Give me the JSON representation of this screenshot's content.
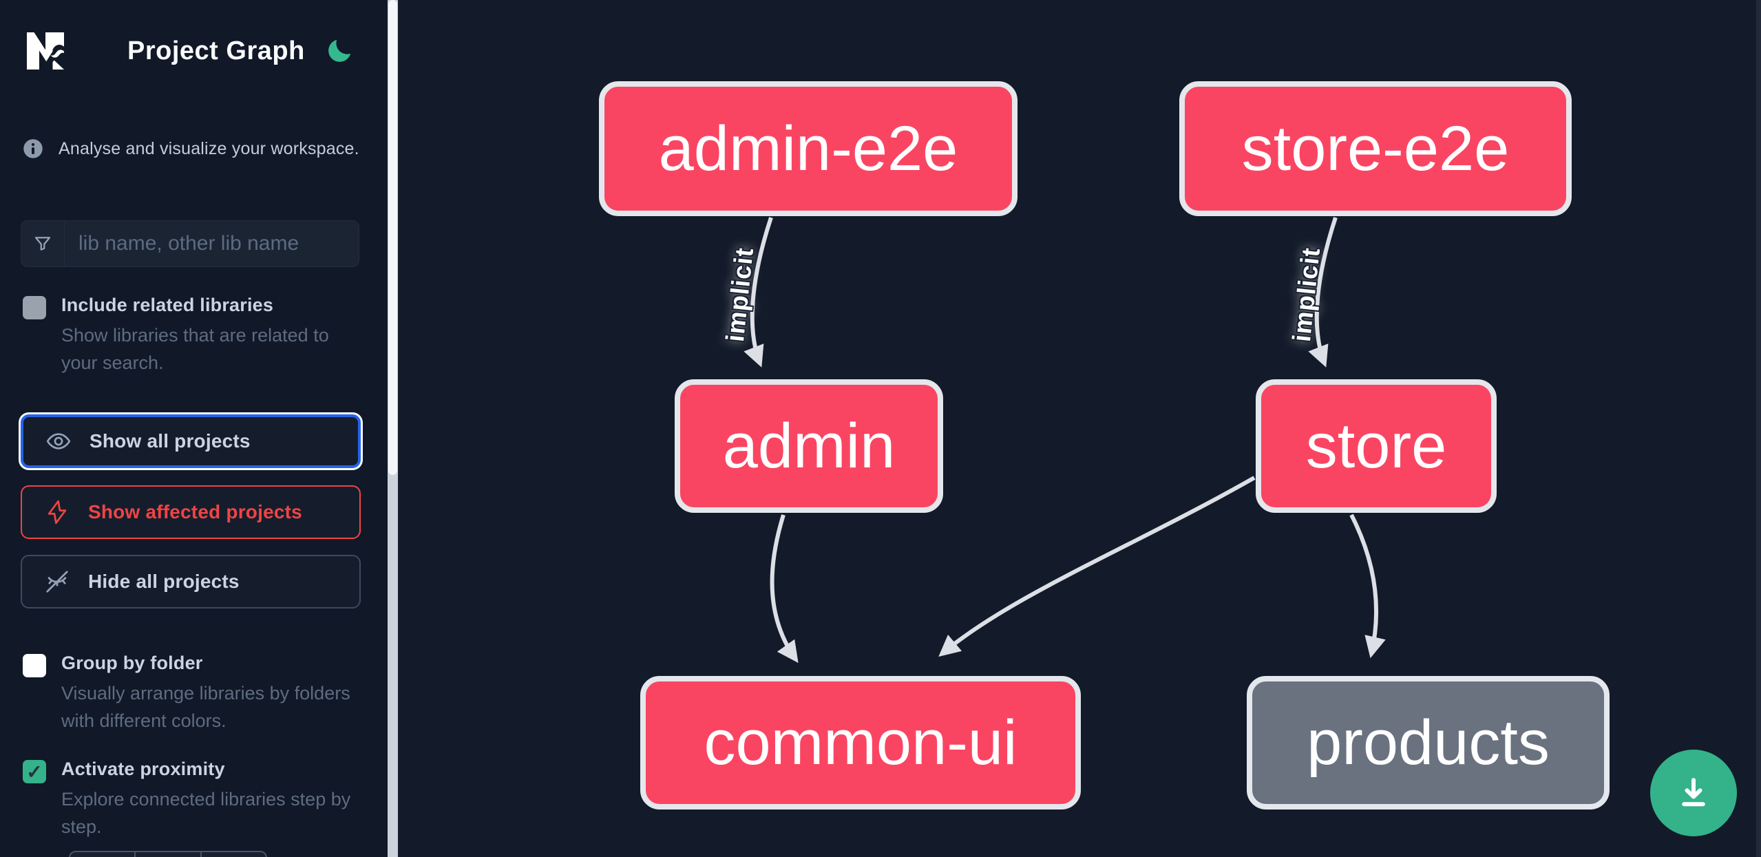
{
  "header": {
    "title": "Project Graph",
    "logo": "nx-logo",
    "theme_toggle": "moon-icon"
  },
  "sidebar": {
    "info_text": "Analyse and visualize your workspace.",
    "search": {
      "placeholder": "lib name, other lib name",
      "icon": "filter-funnel-icon",
      "value": ""
    },
    "toggles": [
      {
        "label": "Include related libraries",
        "description": "Show libraries that are related to your search.",
        "checked": false
      },
      {
        "label": "Group by folder",
        "description": "Visually arrange libraries by folders with different colors.",
        "checked": false
      },
      {
        "label": "Activate proximity",
        "description": "Explore connected libraries step by step.",
        "checked": true
      }
    ],
    "actions": [
      {
        "label": "Show all projects",
        "icon": "eye-icon",
        "state": "focused"
      },
      {
        "label": "Show affected projects",
        "icon": "bolt-icon",
        "state": "danger"
      },
      {
        "label": "Hide all projects",
        "icon": "eye-off-icon",
        "state": "default"
      }
    ]
  },
  "graph": {
    "nodes": [
      {
        "label": "admin-e2e",
        "color": "#fa4562"
      },
      {
        "label": "store-e2e",
        "color": "#fa4562"
      },
      {
        "label": "admin",
        "color": "#fa4562"
      },
      {
        "label": "store",
        "color": "#fa4562"
      },
      {
        "label": "common-ui",
        "color": "#fa4562"
      },
      {
        "label": "products",
        "color": "#6a7280"
      }
    ],
    "edges": [
      {
        "source": "admin-e2e",
        "target": "admin",
        "label": "implicit"
      },
      {
        "source": "store-e2e",
        "target": "store",
        "label": "implicit"
      },
      {
        "source": "admin",
        "target": "common-ui",
        "label": ""
      },
      {
        "source": "store",
        "target": "common-ui",
        "label": ""
      },
      {
        "source": "store",
        "target": "products",
        "label": ""
      }
    ]
  },
  "fab": {
    "icon": "download-icon"
  },
  "colors": {
    "sidebar_bg": "#111827",
    "canvas_bg": "#131a29",
    "node_pink": "#fa4562",
    "node_gray": "#6a7280",
    "node_border": "#e4e7ec",
    "edge": "#dcdfe5",
    "accent_green": "#34b289",
    "focus_blue": "#2563eb",
    "danger_red": "#ef4444"
  }
}
